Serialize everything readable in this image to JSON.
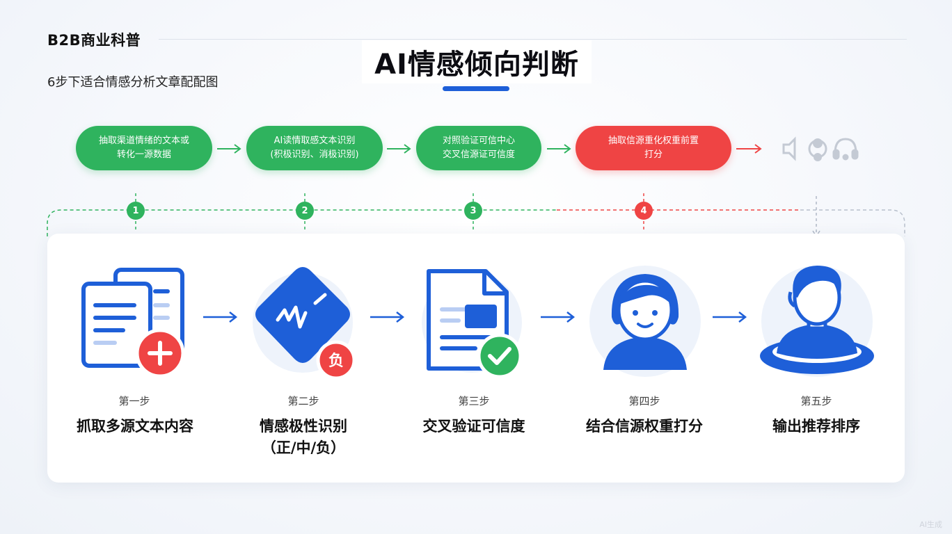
{
  "header": {
    "brand": "B2B商业科普",
    "subtitle": "6步下适合情感分析文章配配图",
    "title": "AI情感倾向判断"
  },
  "flow_pills": [
    {
      "line1": "抽取渠道情绪的文本或",
      "line2": "转化一源数据"
    },
    {
      "line1": "AI读情取感文本识别",
      "line2": "(积极识别、消极识别)"
    },
    {
      "line1": "对照验证可信中心",
      "line2": "交叉信源证可信度"
    },
    {
      "line1": "抽取信源重化权重前置",
      "line2": "打分"
    }
  ],
  "badges": [
    "1",
    "2",
    "3",
    "4"
  ],
  "steps": [
    {
      "label": "第一步",
      "title": "抓取多源文本内容"
    },
    {
      "label": "第二步",
      "title": "情感极性识别",
      "title2": "（正/中/负）"
    },
    {
      "label": "第三步",
      "title": "交叉验证可信度"
    },
    {
      "label": "第四步",
      "title": "结合信源权重打分"
    },
    {
      "label": "第五步",
      "title": "输出推荐排序"
    }
  ],
  "icon_names": [
    "documents-plus-icon",
    "sentiment-diamond-icon",
    "document-check-icon",
    "person-female-icon",
    "person-male-icon"
  ],
  "badge_text_negative": "负",
  "watermark": "AI生成",
  "colors": {
    "green": "#2fb35e",
    "red": "#ef4444",
    "blue": "#1e5fd8",
    "light_blue": "#e8effb"
  }
}
